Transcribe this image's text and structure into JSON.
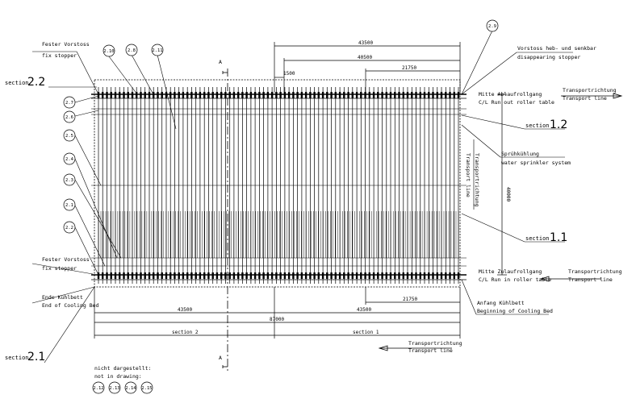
{
  "labels": {
    "fester_vorstoss_top": "Fester Vorstoss",
    "fix_stopper_top": "fix stopper",
    "fester_vorstoss_bottom": "Fester Vorstoss",
    "fix_stopper_bottom": "fix stopper",
    "vorstoss_heb": "Vorstoss heb- und senkbar",
    "disappearing": "disappearing stopper",
    "mitte_ablauf": "Mitte Ablaufrollgang",
    "cl_runout": "C/L Run out roller table",
    "transport_top_de": "Transportrichtung",
    "transport_top_en": "Transport line",
    "spruh_de": "Sprühkühlung",
    "spruh_en": "water sprinkler system",
    "vertical_transport_de": "Transportrichtung",
    "vertical_transport_en": "Transport line",
    "mitte_zulauf": "Mitte Zulaufrollgang",
    "cl_runin": "C/L Run in roller table",
    "transport_mid_de": "Transportrichtung",
    "transport_mid_en": "Transport line",
    "ende_kuhlbett": "Ende Kühlbett",
    "end_cooling_bed": "End of Cooling Bed",
    "anfang_kuhlbett": "Anfang Kühlbett",
    "beginning_cooling_bed": "Beginning of Cooling Bed",
    "transport_bottom_de": "Transportrichtung",
    "transport_bottom_en": "Transport line",
    "nicht_dargestellt": "nicht dargestellt:",
    "not_in_drawing": "not in drawing:",
    "section_a_top": "A",
    "section_a_bottom": "A"
  },
  "sections": {
    "s22_word": "section",
    "s22_num": "2.2",
    "s21_word": "section",
    "s21_num": "2.1",
    "s12_word": "section",
    "s12_num": "1.2",
    "s11_word": "section",
    "s11_num": "1.1",
    "sec2_bottom": "section 2",
    "sec1_bottom": "section 1"
  },
  "dimensions": {
    "d43500_top": "43500",
    "d40500": "40500",
    "d21750_top": "21750",
    "d1500": "1500",
    "d40000": "40000",
    "d21750_bottom": "21750",
    "d43500_left": "43500",
    "d43500_right": "43500",
    "d87000": "87000"
  },
  "bubbles": {
    "b29": "2.9",
    "b210": "2.10",
    "b28": "2.8",
    "b211": "2.11",
    "b27": "2.7",
    "b26": "2.6",
    "b25": "2.5",
    "b24": "2.4",
    "b23": "2.3",
    "b21": "2.1",
    "b22": "2.2",
    "b212": "2.12",
    "b213": "2.13",
    "b214": "2.14",
    "b215": "2.15"
  }
}
